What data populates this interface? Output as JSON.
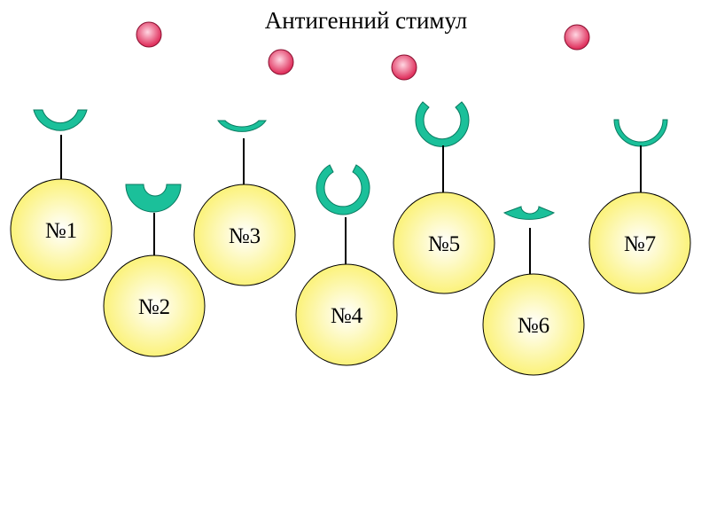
{
  "title": "Антигенний стимул",
  "colors": {
    "receptor": "#1bc09a",
    "receptor_stroke": "#087a60",
    "cell_center": "#ffffff",
    "cell_edge": "#fbf27a",
    "antigen_center": "#ffd6e2",
    "antigen_edge": "#e0335f",
    "stalk": "#000000"
  },
  "antigens": [
    "antigen",
    "antigen",
    "antigen",
    "antigen"
  ],
  "cells": [
    {
      "label": "№1",
      "receptor_shape": "cup"
    },
    {
      "label": "№2",
      "receptor_shape": "thick-cup"
    },
    {
      "label": "№3",
      "receptor_shape": "shallow-cup"
    },
    {
      "label": "№4",
      "receptor_shape": "open-ring"
    },
    {
      "label": "№5",
      "receptor_shape": "deep-cup"
    },
    {
      "label": "№6",
      "receptor_shape": "notched-wedge"
    },
    {
      "label": "№7",
      "receptor_shape": "wide-cup"
    }
  ]
}
